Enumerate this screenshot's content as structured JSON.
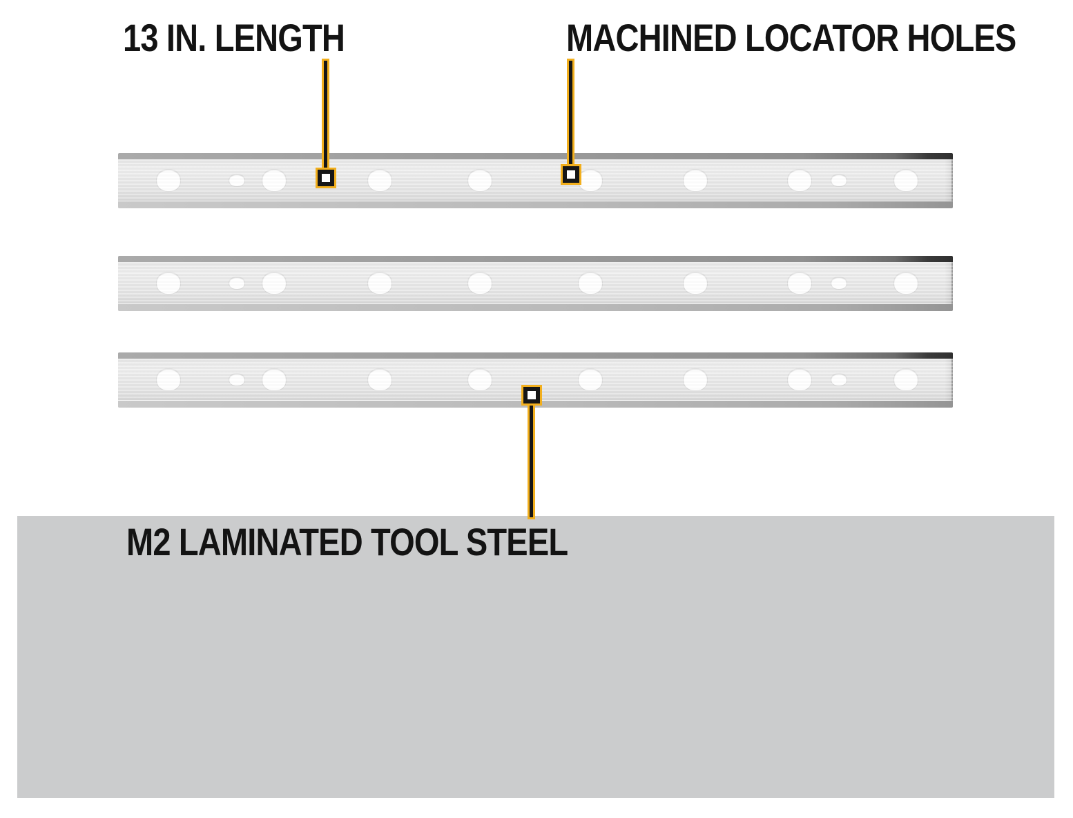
{
  "figure": {
    "type": "annotated-product-image",
    "subject": "planer blades",
    "blade_count": 3,
    "holes_per_blade": 10
  },
  "callouts": {
    "length": {
      "label": "13 IN. LENGTH"
    },
    "locator_holes": {
      "label": "MACHINED LOCATOR HOLES"
    },
    "material": {
      "label": "M2 LAMINATED TOOL STEEL"
    }
  },
  "colors": {
    "accent": "#F2AF1D",
    "text": "#131313",
    "panel": "#CBCCCD",
    "blade_body": "#E3E3E3",
    "blade_edge_dark": "#8F8F8F",
    "background": "#FFFFFF"
  }
}
